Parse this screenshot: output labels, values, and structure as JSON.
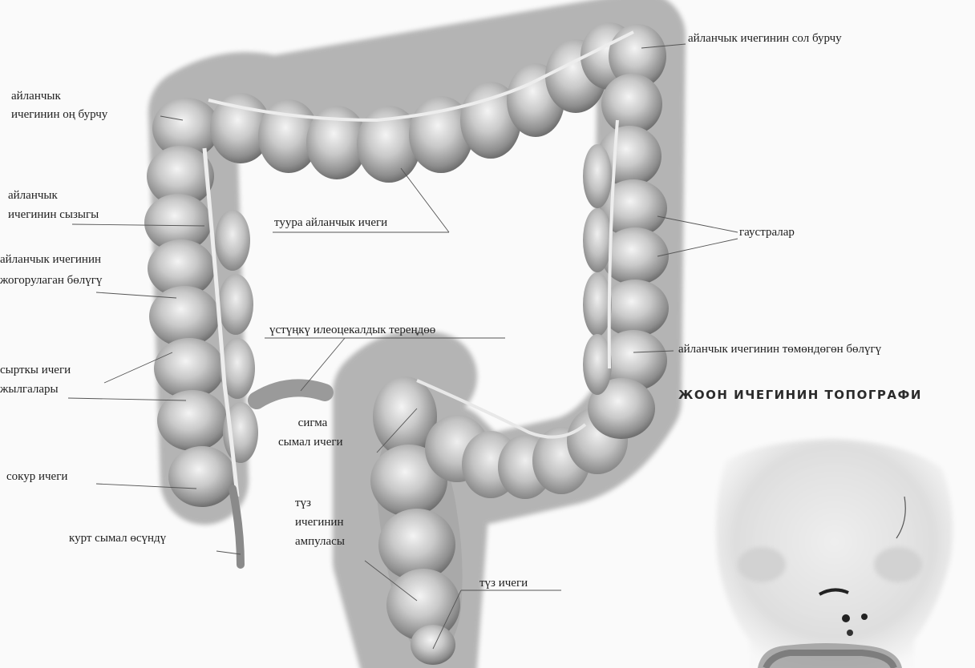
{
  "diagram": {
    "heading": "ЖООН ИЧЕГИНИН ТОПОГРАФИ",
    "labels": {
      "left_flexure": [
        "айланчык",
        "ичегинин оң бурчу"
      ],
      "colon_line": [
        "айланчык",
        "ичегинин сызыгы"
      ],
      "ascending_colon": [
        "айланчык ичегинин",
        "жогорулаган бөлүгү"
      ],
      "outer_grooves": [
        "сырткы ичеги",
        "жылгалары"
      ],
      "cecum": "сокур ичеги",
      "appendix": "курт сымал өсүндү",
      "transverse_colon": "туура айланчык ичеги",
      "upper_recess": "үстүңкү илеоцекалдык тереңдөө",
      "sigmoid": [
        "сигма",
        "сымал ичеги"
      ],
      "rectal_ampulla": [
        "түз",
        "ичегинин",
        "ампуласы"
      ],
      "rectum": "түз ичеги",
      "right_flexure": "айланчык ичегинин сол бурчу",
      "haustra": "гаустралар",
      "descending_colon": "айланчык ичегинин төмөндөгөн бөлүгү"
    }
  }
}
